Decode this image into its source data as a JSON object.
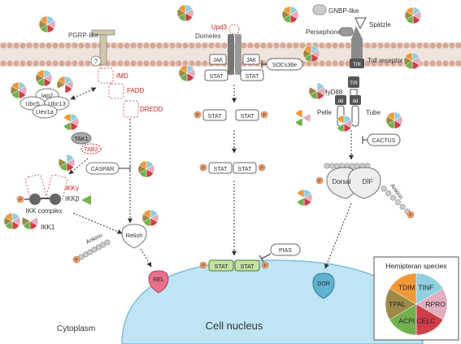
{
  "labels": {
    "pgrp": "PGRP-like",
    "q": "?",
    "imd": "IMD",
    "fadd": "FADD",
    "dredd": "DREDD",
    "iap2": "Iap2",
    "ubc5": "Ubc5",
    "ubc13": "Ubc13",
    "uev1a": "Uev1a",
    "tak1": "TAK1",
    "tab2": "TAB2",
    "caspar": "CASPAR",
    "ikkg": "IKKγ",
    "ikkb": "IKKβ",
    "ikk_complex": "IKK complex",
    "ikk1": "IKK1",
    "ankirin_left": "Ankirin",
    "relish": "Relish",
    "rel": "REL",
    "cytoplasm": "Cytoplasm",
    "upd3": "Upd3",
    "domeles": "Domeles",
    "jak": "JAK",
    "stat": "STAT",
    "socs": "SOCs36e",
    "pias": "PIAS",
    "nucleus": "Cell nucleus",
    "gnbp": "GNBP-like",
    "persephone": "Persephone",
    "spatzle": "Spätzle",
    "tir": "TIR",
    "toll": "Toll receptor",
    "myd88": "MyD88",
    "dd": "dd",
    "pelle": "Pelle",
    "tube": "Tube",
    "cactus": "CACTUS",
    "dorsal": "Dorsal",
    "dif": "DIF",
    "ankirin_right": "Ankirin",
    "dor": "DOR",
    "p": "P"
  },
  "legend": {
    "title": "Hemipteran species",
    "species": [
      {
        "name": "TINF",
        "color": "#8ecfe0"
      },
      {
        "name": "RPRO",
        "color": "#e2aebe"
      },
      {
        "name": "CELC",
        "color": "#cf3f48"
      },
      {
        "name": "ACPI",
        "color": "#72b04e"
      },
      {
        "name": "TPAL",
        "color": "#9c8a46"
      },
      {
        "name": "TDIM",
        "color": "#f09838"
      }
    ]
  },
  "colors": {
    "highlight_red": "#cc2222",
    "membrane": "#d9a796",
    "nucleus": "#bfe4f3",
    "nf_kb": "#e8708a",
    "dor": "#5fb3cf",
    "phospho": "#f0a070",
    "stat_nuclear": "#c5e0a5"
  }
}
